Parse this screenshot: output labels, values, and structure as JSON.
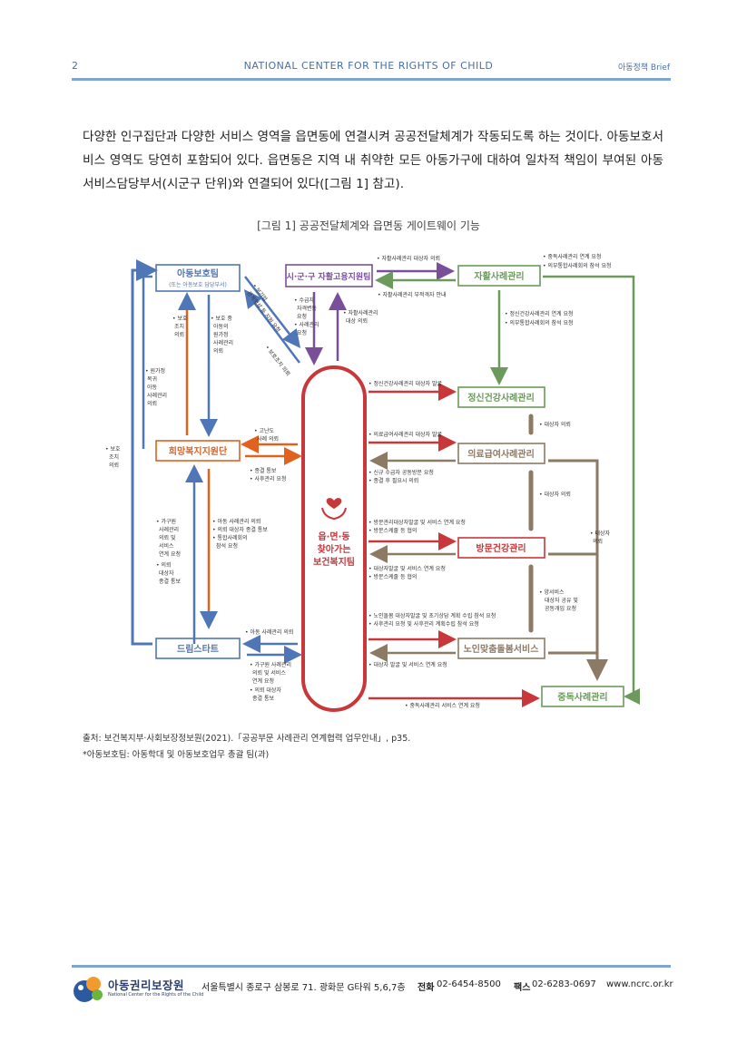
{
  "header": {
    "page_number": "2",
    "center": "NATIONAL CENTER FOR THE RIGHTS OF CHILD",
    "right": "아동정책 Brief"
  },
  "body": {
    "p1": "다양한 인구집단과 다양한 서비스 영역을 읍면동에 연결시켜 공공전달체계가 작동되도록 하는 것이다. 아동보호서비스 영역도 당연히 포함되어 있다. 읍면동은 지역 내 취약한 모든 아동가구에 대하여 일차적 책임이 부여된 아동서비스담당부서(시군구 단위)와 연결되어 있다([그림 1] 참고)."
  },
  "figure": {
    "title": "[그림 1] 공공전달체계와 읍면동 게이트웨이 기능",
    "boxes": {
      "child_protection": "아동보호팀",
      "child_protection_sub": "(또는 아동보호 담당부서)",
      "sigungu_selfsupport": "시·군·구 자활고용지원팀",
      "selfsupport_case": "자활사례관리",
      "hope_welfare": "희망복지지원단",
      "mental_health": "정신건강사례관리",
      "medical_aid": "의료급여사례관리",
      "visiting_health": "방문건강관리",
      "senior_care": "노인맞춤돌봄서비스",
      "dreamstart": "드림스타트",
      "addiction": "중독사례관리"
    },
    "center": {
      "line1": "읍·면·동",
      "line2": "찾아가는",
      "line3": "보건복지팀"
    },
    "labels": {
      "top_sa_req": "• 자활사례관리 대상자 의뢰",
      "top_sa_back": "• 자활사례관리 부적격자 안내",
      "top_right1": "• 중독사례관리 연계 요청",
      "top_right2": "• 의부통합사례회의 참석 요청",
      "mental_req1": "• 정신건강사례관리 연계 요청",
      "mental_req2": "• 의부통합사례회의 참석 요청",
      "recipient": [
        "• 수급자",
        "자격변동",
        "요청",
        "• 사례관리",
        "요청"
      ],
      "sa_target": [
        "• 자활사례관리",
        "대상 의뢰"
      ],
      "cp_diag": [
        "• 보기업",
        "관계형성 등 지원 요청"
      ],
      "cp_diag2": "• 보호조치 의뢰",
      "protect1": [
        "• 보호",
        "조치",
        "의뢰"
      ],
      "protect2": [
        "• 보호 중",
        "아동의",
        "원가정",
        "사례관리",
        "의뢰"
      ],
      "orig_family": [
        "• 원가정",
        "복귀",
        "아동",
        "사례관리",
        "의뢰"
      ],
      "far_left": [
        "• 보호",
        "조치",
        "의뢰"
      ],
      "mh_find": "• 정신건강사례관리 대상자 발굴",
      "lonely": [
        "• 고난도",
        "사례 의뢰"
      ],
      "end_notice": [
        "• 종결 통보",
        "• 사후관리 요청"
      ],
      "med_find": "• 의료급여사례관리 대상자 발굴",
      "med_new": [
        "• 신규 수급자 공동방문 요청",
        "• 종결 후 필요시 의뢰"
      ],
      "target_ref1": "• 대상자 의뢰",
      "target_ref2": "• 대상자 의뢰",
      "target_ref3": [
        "• 대상자",
        "의뢰"
      ],
      "family_left": [
        "• 가구원",
        "사례관리",
        "의뢰 및",
        "서비스",
        "연계 요청",
        "• 의뢰",
        "대상자",
        "종결 통보"
      ],
      "child_case": [
        "• 아동 사례관리 의뢰",
        "• 의뢰 대상자 종결 통보",
        "• 통합사례회의",
        "참석 요청"
      ],
      "visit_req": [
        "• 방문관리대상자발굴 및 서비스 연계 요청",
        "• 방문스케줄 등 협의"
      ],
      "visit_back": [
        "• 대상자발굴 및 서비스 연계 요청",
        "• 방문스케줄 등 협의"
      ],
      "share": [
        "• 양서비스",
        "대상자 공유 및",
        "공동개입 요청"
      ],
      "senior_req": [
        "• 노인돌봄 대상자발굴 및 초기상담 계획 수립 참석 요청",
        "• 사후관리 요청 및 사후관리 계획수립 참석 요청"
      ],
      "senior_back": "• 대상자 발굴 및 서비스 연계 요청",
      "child_case2": "• 아동 사례관리 의뢰",
      "dream_back": [
        "• 가구원 사례관리",
        "의뢰 및 서비스",
        "연계 요청",
        "• 의뢰 대상자",
        "종결 통보"
      ],
      "addiction_req": "• 중독사례관리 서비스 연계 요청"
    },
    "colors": {
      "blue": "#4f77b8",
      "purple": "#7a4f9a",
      "green": "#6b9a5c",
      "red": "#c8373a",
      "orange": "#e0621e",
      "brown": "#8d7a64"
    }
  },
  "source": {
    "line1": "출처: 보건복지부·사회보장정보원(2021).「공공부문 사례관리 연계협력 업무안내」, p35.",
    "line2": "*아동보호팀: 아동학대 및 아동보호업무 총괄 팀(과)"
  },
  "footer": {
    "org_name": "아동권리보장원",
    "org_sub": "National Center for the Rights of the Child",
    "address": "서울특별시 종로구 삼봉로 71. 광화문 G타워 5,6,7층",
    "phone_label": "전화",
    "phone": "02-6454-8500",
    "fax_label": "팩스",
    "fax": "02-6283-0697",
    "website": "www.ncrc.or.kr"
  }
}
